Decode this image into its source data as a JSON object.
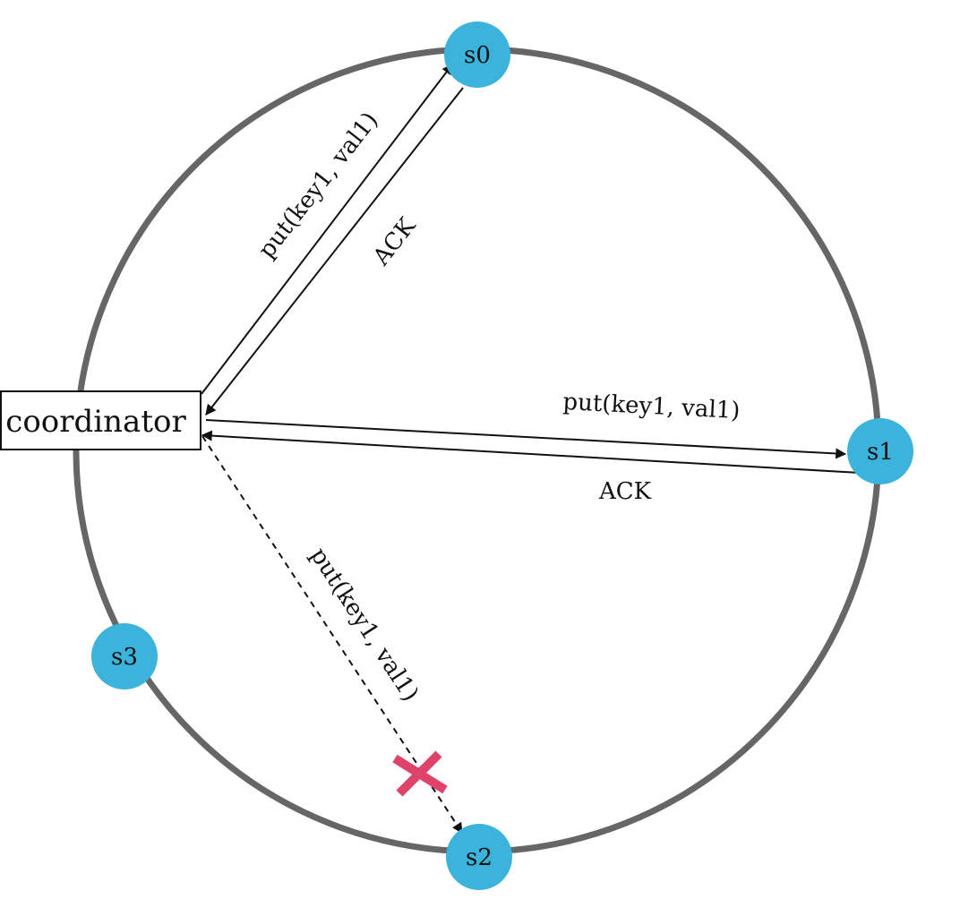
{
  "colors": {
    "ring": "#666666",
    "node": "#3BB3DA",
    "arrow": "#111111",
    "failure_mark": "#E0436A"
  },
  "coordinator": {
    "label": "coordinator"
  },
  "nodes": {
    "s0": {
      "label": "s0"
    },
    "s1": {
      "label": "s1"
    },
    "s2": {
      "label": "s2"
    },
    "s3": {
      "label": "s3"
    }
  },
  "messages": {
    "to_s0": {
      "label": "put(key1, val1)"
    },
    "ack_s0": {
      "label": "ACK"
    },
    "to_s1": {
      "label": "put(key1, val1)"
    },
    "ack_s1": {
      "label": "ACK"
    },
    "to_s2": {
      "label": "put(key1, val1)",
      "failed": true
    }
  },
  "icons": {
    "failure": "cross-icon"
  }
}
